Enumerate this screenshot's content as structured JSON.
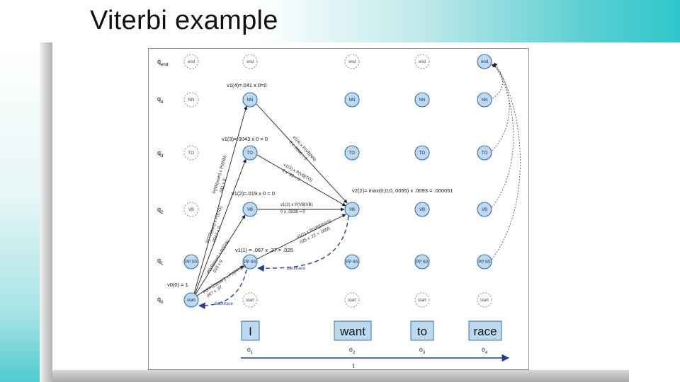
{
  "slide": {
    "title": "Viterbi example"
  },
  "states": [
    {
      "id": "end",
      "label": "q",
      "sub": "end",
      "node": "end"
    },
    {
      "id": "nn",
      "label": "q",
      "sub": "4",
      "node": "NN"
    },
    {
      "id": "to",
      "label": "q",
      "sub": "3",
      "node": "TO"
    },
    {
      "id": "vb",
      "label": "q",
      "sub": "2",
      "node": "VB"
    },
    {
      "id": "ppss",
      "label": "q",
      "sub": "1",
      "node": "PP SS"
    },
    {
      "id": "start",
      "label": "q",
      "sub": "0",
      "node": "start"
    }
  ],
  "words": [
    {
      "text": "I",
      "obs": "o",
      "sub": "1"
    },
    {
      "text": "want",
      "obs": "o",
      "sub": "2"
    },
    {
      "text": "to",
      "obs": "o",
      "sub": "3"
    },
    {
      "text": "race",
      "obs": "o",
      "sub": "4"
    }
  ],
  "time_label": "t",
  "annotations": {
    "v1_nn": "v1(4)=.041 x 0=0",
    "v1_to": "v1(3)=.0043 x 0 = 0",
    "v1_vb": "v1(2)=.019 x 0 = 0",
    "v1_ppss": "v1(1) = .067 x .37 = .025",
    "v0_start": "v0(0) = 1",
    "v2_vb": "v2(2)= max(0,0,0,.0055) x .0093 = .000051",
    "p_nn_start": "P(NN|start) x P(I|NN)",
    "p_nn_start_val": ".041 x 0",
    "p_to_start": "P(TO|start) x P(I|TO)",
    "p_to_start_val": ".0043 x 0",
    "p_vb_start": "P(VB|start) x P(I|VB)",
    "p_vb_start_val": ".019 x 0",
    "p_pp_start": "P(PPSS|start) x P(I|PPSS)",
    "p_pp_start_val": ".067 x .37",
    "p_vb_nn": "v1(4) x P(VB|NN)",
    "p_vb_nn_val": "0 x .0040 = 0",
    "p_vb_to": "v1(3) x P(VB|TO)",
    "p_vb_to_val": "0 x .83 = 0",
    "p_vb_vb": "v1(2) x P(VB|VB)",
    "p_vb_vb_val": "0 x .0038 = 0",
    "p_vb_pp": "v1(1) x P(VB|PPSS)",
    "p_vb_pp_val": ".025 x .22 = .0055",
    "backtrace_1": "backtrace",
    "backtrace_2": "backtrace"
  },
  "colors": {
    "node_fill": "#bcd9f0",
    "node_stroke": "#3a6fa8",
    "dashed_node_stroke": "#8a8a8a",
    "arrow": "#222222",
    "backtrace": "#2f3f8f",
    "time_axis": "#1f3f8a"
  }
}
